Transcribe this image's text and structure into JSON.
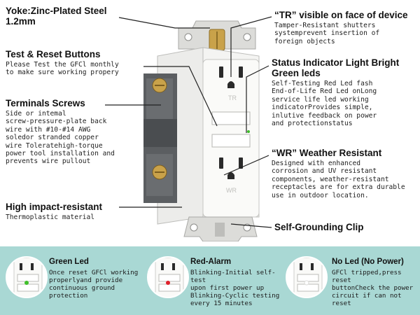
{
  "callouts": {
    "yoke": {
      "title": "Yoke:Zinc-Plated Steel\n1.2mm",
      "desc": ""
    },
    "test_reset": {
      "title": "Test & Reset Buttons",
      "desc": "Please Test the GFCl monthly\nto make sure working propery"
    },
    "terminals": {
      "title": "Terminals Screws",
      "desc": "Side or intemal\nscrew-pressure-plate back\nwire with #10-#14 AWG\nsoledor stranded copper\nwire Toleratehigh-torque\npower tool installation and\nprevents wire pullout"
    },
    "impact": {
      "title": "High impact-resistant",
      "desc": "Thermoplastic material"
    },
    "tr": {
      "title": "“TR” visible on face of device",
      "desc": "Tamper-Resistant shutters\nsystemprevent insertion of\nforeign objects"
    },
    "status": {
      "title": "Status Indicator Light Bright\nGreen leds",
      "desc": "Self-Testing Red Led fash\nEnd-of-Life Red Led onLong\nservice life led working\nindicatorProvides simple,\ninlutive feedback on power\nand protectionstatus"
    },
    "wr": {
      "title": "“WR”  Weather Resistant",
      "desc": "Designed with enhanced\ncorrosion and UV resistant\ncomponents, weather-resistant\nreceptacles are for extra durable\nuse in outdoor location."
    },
    "clip": {
      "title": "Self-Grounding Clip",
      "desc": ""
    }
  },
  "device_marks": {
    "tr": "TR",
    "wr": "WR"
  },
  "features": [
    {
      "title": "Green Led",
      "desc": "Once reset GFCl working\nproperlyand provide\ncontinuous ground\nprotection",
      "led_color": "#3fbf2a"
    },
    {
      "title": "Red-Alarm",
      "desc": "Blinking-Initial self-test\nupon first power up\nBlinking-Cyclic testing\nevery 15 minutes",
      "led_color": "#e0202a"
    },
    {
      "title": "No Led (No Power)",
      "desc": "GFCl tripped,press reset\nbuttonCheck the power\ncircuit if can not reset",
      "led_color": "#ffffff"
    }
  ],
  "colors": {
    "band": "#a9d8d4",
    "device_face": "#f4f4f2",
    "terminal_block": "#5b5e61",
    "screw": "#c9a24a",
    "strap": "#d9d9d6"
  }
}
